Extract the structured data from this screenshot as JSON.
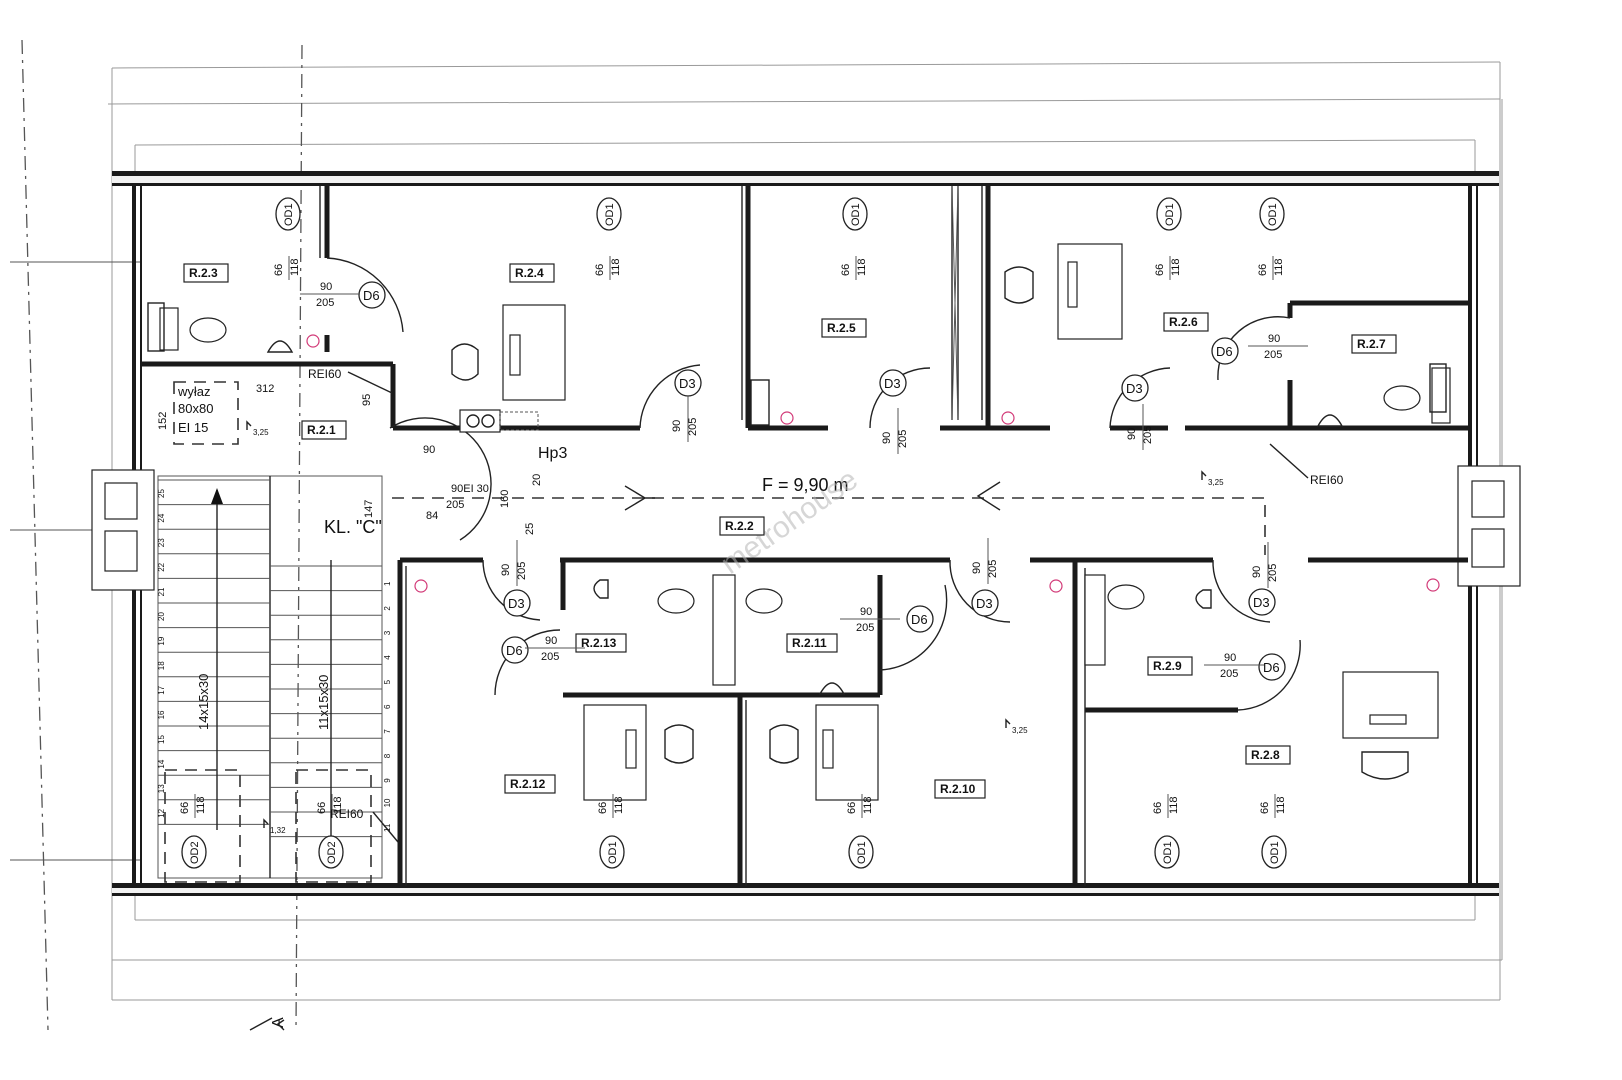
{
  "rooms": {
    "r21": "R.2.1",
    "r22": "R.2.2",
    "r23": "R.2.3",
    "r24": "R.2.4",
    "r25": "R.2.5",
    "r26": "R.2.6",
    "r27": "R.2.7",
    "r28": "R.2.8",
    "r29": "R.2.9",
    "r210": "R.2.10",
    "r211": "R.2.11",
    "r212": "R.2.12",
    "r213": "R.2.13"
  },
  "doors": {
    "d3": "D3",
    "d6": "D6"
  },
  "door_dims": {
    "w90": "90",
    "h205": "205",
    "ei30": "90EI 30"
  },
  "window": {
    "code": "OD1",
    "code2": "OD2",
    "w": "66",
    "h": "118"
  },
  "hatch": {
    "label": "wyłaz",
    "size": "80x80",
    "rating": "EI 15"
  },
  "annotations": {
    "rei60": "REI60",
    "hp3": "Hp3",
    "escape": "F = 9,90 m",
    "stair_class": "KL. \"C\"",
    "stair1": "14x15x30",
    "stair2": "11x15x30",
    "section": "A",
    "lvl325": "3,25",
    "lvl132": "1,32"
  },
  "dims": {
    "d312": "312",
    "d152": "152",
    "d95": "95",
    "d147": "147",
    "d84": "84",
    "d160": "160",
    "d20": "20",
    "d25": "25",
    "d90": "90"
  },
  "stair_steps": [
    "25",
    "24",
    "23",
    "22",
    "21",
    "20",
    "19",
    "18",
    "17",
    "16",
    "15",
    "14",
    "13",
    "12"
  ],
  "stair_steps_right": [
    "1",
    "2",
    "3",
    "4",
    "5",
    "6",
    "7",
    "8",
    "9",
    "10",
    "11"
  ],
  "watermark": "metrohouse"
}
